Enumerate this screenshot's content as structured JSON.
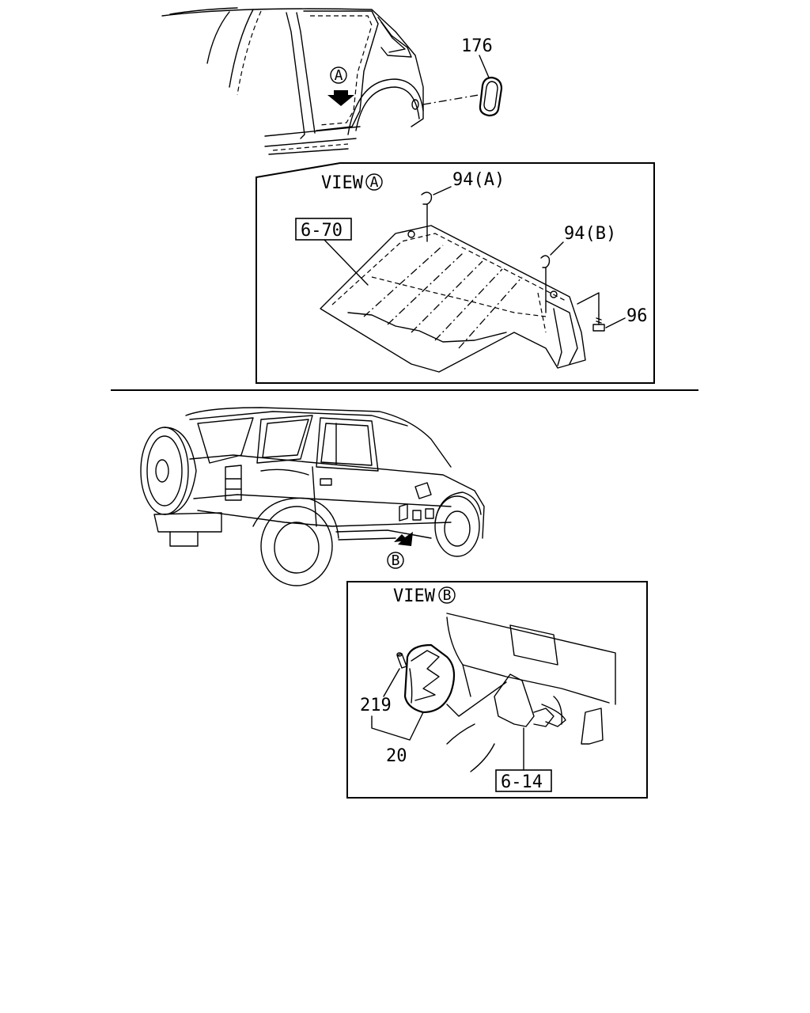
{
  "diagram": {
    "callouts": {
      "part_176": "176",
      "view_a_marker": "A",
      "part_94a": "94(A)",
      "part_94b": "94(B)",
      "ref_6_70": "6-70",
      "part_96": "96",
      "view_b_marker": "B",
      "part_219": "219",
      "part_20": "20",
      "ref_6_14": "6-14"
    },
    "views": {
      "view_a_prefix": "VIEW",
      "view_a_letter": "A",
      "view_b_prefix": "VIEW",
      "view_b_letter": "B"
    }
  }
}
